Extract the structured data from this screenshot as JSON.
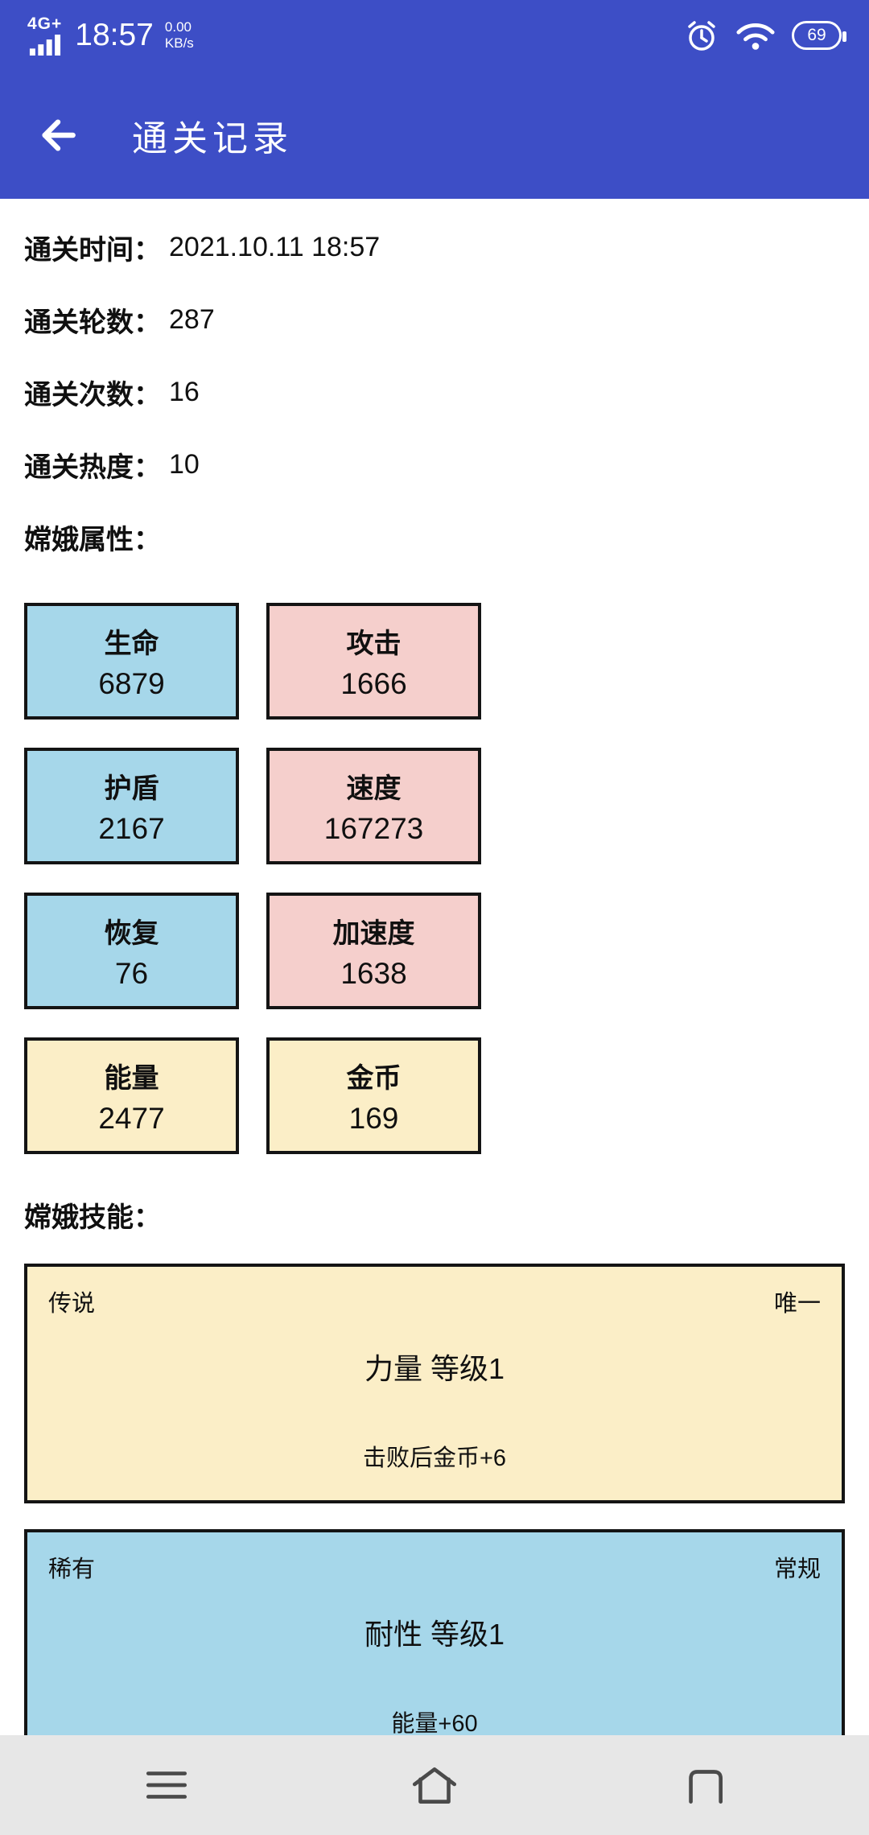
{
  "status_bar": {
    "network": "4G+",
    "time": "18:57",
    "speed_value": "0.00",
    "speed_unit": "KB/s",
    "battery": "69"
  },
  "app_bar": {
    "title": "通关记录"
  },
  "record": {
    "lines": [
      {
        "label": "通关时间：",
        "value": "2021.10.11 18:57"
      },
      {
        "label": "通关轮数：",
        "value": "287"
      },
      {
        "label": "通关次数：",
        "value": "16"
      },
      {
        "label": "通关热度：",
        "value": "10"
      }
    ],
    "attributes_heading": "嫦娥属性：",
    "skills_heading": "嫦娥技能："
  },
  "stats": [
    {
      "name": "生命",
      "value": "6879",
      "color": "#a6d7ea"
    },
    {
      "name": "攻击",
      "value": "1666",
      "color": "#f5cfcc"
    },
    {
      "name": "护盾",
      "value": "2167",
      "color": "#a6d7ea"
    },
    {
      "name": "速度",
      "value": "167273",
      "color": "#f5cfcc"
    },
    {
      "name": "恢复",
      "value": "76",
      "color": "#a6d7ea"
    },
    {
      "name": "加速度",
      "value": "1638",
      "color": "#f5cfcc"
    },
    {
      "name": "能量",
      "value": "2477",
      "color": "#fbeec7"
    },
    {
      "name": "金币",
      "value": "169",
      "color": "#fbeec7"
    }
  ],
  "skills": [
    {
      "rarity": "传说",
      "type": "唯一",
      "name": "力量 等级1",
      "effect": "击败后金币+6",
      "color": "#fbeec7"
    },
    {
      "rarity": "稀有",
      "type": "常规",
      "name": "耐性 等级1",
      "effect": "能量+60",
      "color": "#a6d7ea"
    }
  ],
  "nav_bar": {
    "icons": [
      "menu",
      "home",
      "back"
    ]
  },
  "palette": {
    "header_blue": "#3d4ec6",
    "stat_blue": "#a6d7ea",
    "stat_pink": "#f5cfcc",
    "stat_cream": "#fbeec7",
    "border_dark": "#141414",
    "nav_gray": "#e7e7e7"
  }
}
